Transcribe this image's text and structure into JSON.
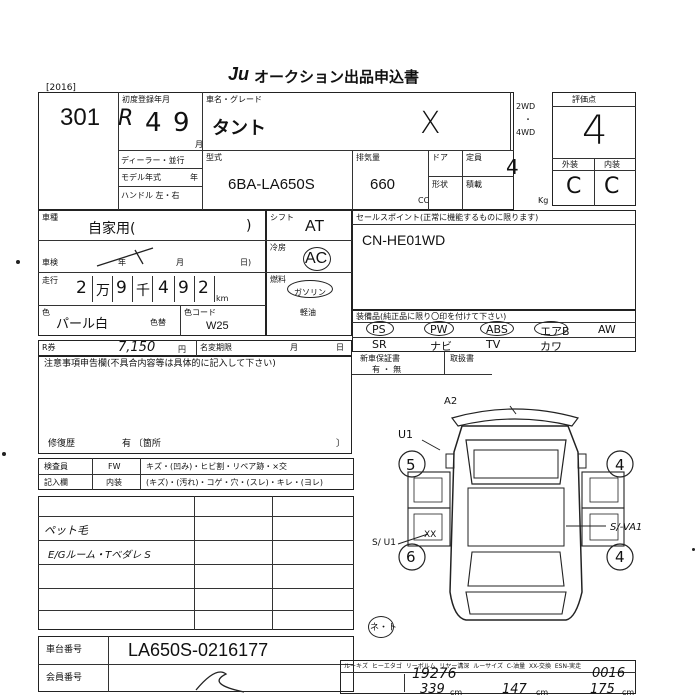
{
  "header": {
    "year_tag": "[2016]",
    "logo": "Ju",
    "title": "オークション出品申込書"
  },
  "lot": {
    "number": "301",
    "era_mark": "R",
    "reg_year": "4",
    "reg_month": "9",
    "reg_label": "初度登録年月",
    "month_unit": "月"
  },
  "car": {
    "name_label": "車名・グレード",
    "name": "タント",
    "grade_mark": "X",
    "drive_2wd": "2WD",
    "drive_4wd": "4WD",
    "drive_dot": "・"
  },
  "score": {
    "label": "評価点",
    "value": "4",
    "ext_label": "外装",
    "int_label": "内装",
    "ext": "C",
    "int": "C"
  },
  "spec": {
    "dealer_label": "ディーラー・並行",
    "model_year_label": "モデル年式",
    "model_year_unit": "年",
    "handle_label": "ハンドル 左・右",
    "type_label": "型式",
    "type_value": "6BA-LA650S",
    "displacement_label": "排気量",
    "displacement_value": "660",
    "cc": "CC",
    "door_label": "ドア",
    "shape_label": "形状",
    "capacity_label": "定員",
    "capacity_value": "4",
    "load_label": "積載",
    "kg": "Kg"
  },
  "usage": {
    "label": "車種",
    "value": "自家用(",
    "close": ")"
  },
  "inspection": {
    "label": "車検",
    "year": "年",
    "month": "月",
    "day": "日)"
  },
  "mileage": {
    "label": "走行",
    "digits": [
      "2",
      "万",
      "9",
      "千",
      "4",
      "9",
      "2"
    ],
    "unit": "km"
  },
  "color": {
    "label": "色",
    "value": "パール白",
    "change_label": "色替",
    "code_label": "色コード",
    "code": "W25"
  },
  "shift": {
    "label": "シフト",
    "value": "AT",
    "ac_label": "冷房",
    "ac_value": "AC",
    "fuel_label": "燃料",
    "fuel_gas": "ガソリン",
    "fuel_diesel": "軽油"
  },
  "sales_point": {
    "label": "セールスポイント(正常に機能するものに限ります)",
    "value": "CN-HE01WD"
  },
  "equipment": {
    "label": "装備品(純正品に限り〇印を付けて下さい)",
    "row1": [
      "PS",
      "PW",
      "ABS",
      "エアB",
      "AW"
    ],
    "row2": [
      "SR",
      "ナビ",
      "TV",
      "カワ"
    ]
  },
  "recycle": {
    "label": "R券",
    "value": "7,150",
    "yen": "円",
    "name_change_label": "名変期限",
    "month": "月",
    "day": "日"
  },
  "notes": {
    "label": "注意事項申告欄(不具合内容等は具体的に記入して下さい)",
    "repair_label": "修復歴",
    "repair_value": "有 〔箇所",
    "repair_close": "〕"
  },
  "new_car_warranty": {
    "label": "新車保証書",
    "value": "有 ・ 無",
    "manual_label": "取扱書"
  },
  "inspector": {
    "label": "検査員",
    "entry_label": "記入欄",
    "fw": "FW",
    "exterior_label": "外装",
    "exterior_items": "キズ・(凹み)・ヒビ割・リペア跡・×交",
    "interior_label": "内装",
    "interior_items": "(キズ)・(汚れ)・コゲ・穴・(スレ)・キレ・(ヨレ)"
  },
  "remarks": {
    "line1": "ペット毛",
    "line2": "E/Gルーム・Tベダレ S"
  },
  "diagram": {
    "label_a2": "A2",
    "label_u1": "U1",
    "label_s1": "S/ U1",
    "label_s1_va1": "S/-VA1",
    "tire_lf": "5",
    "tire_rf": "4",
    "tire_lr": "6",
    "tire_rr": "4",
    "xx": "XX",
    "stamp": "ネ・ト"
  },
  "chassis": {
    "label": "車台番号",
    "value": "LA650S-0216177",
    "member_label": "会員番号"
  },
  "sizes": {
    "headers": [
      "ルーキズ",
      "ヒーエタゴ",
      "リーボルム",
      "リヤー溝深",
      "ルーサイズ",
      "C-油量",
      "XX-交換",
      "ESN-実走"
    ],
    "v1": "19276",
    "v2": "0016",
    "v3": "339",
    "v4": "147",
    "v5": "175",
    "u1": "cm",
    "u2": "cm",
    "u3": "cm"
  }
}
